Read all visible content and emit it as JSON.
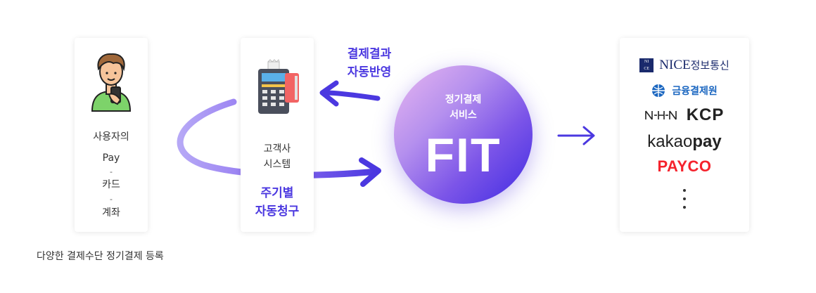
{
  "user_card": {
    "label": "사용자의",
    "methods": [
      "Pay",
      "카드",
      "계좌"
    ],
    "separator": "-"
  },
  "customer_card": {
    "line1": "고객사",
    "line2": "시스템"
  },
  "flows": {
    "result_line1": "결제결과",
    "result_line2": "자동반영",
    "billing_line1": "주기별",
    "billing_line2": "자동청구"
  },
  "fit": {
    "sub_line1": "정기결제",
    "sub_line2": "서비스",
    "brand": "FIT"
  },
  "partners": {
    "nice_box": [
      "N",
      "I",
      "C",
      "E"
    ],
    "nice_name": "NICE",
    "nice_kr": "정보통신",
    "kftc": "금융결제원",
    "kcp": "KCP",
    "kakao_a": "kakao",
    "kakao_b": "pay",
    "payco": "PAYCO"
  },
  "footnote": "다양한 결제수단 정기결제 등록",
  "colors": {
    "accent": "#4b38e0",
    "payco": "#f5232d",
    "kftc": "#1a66c0"
  }
}
